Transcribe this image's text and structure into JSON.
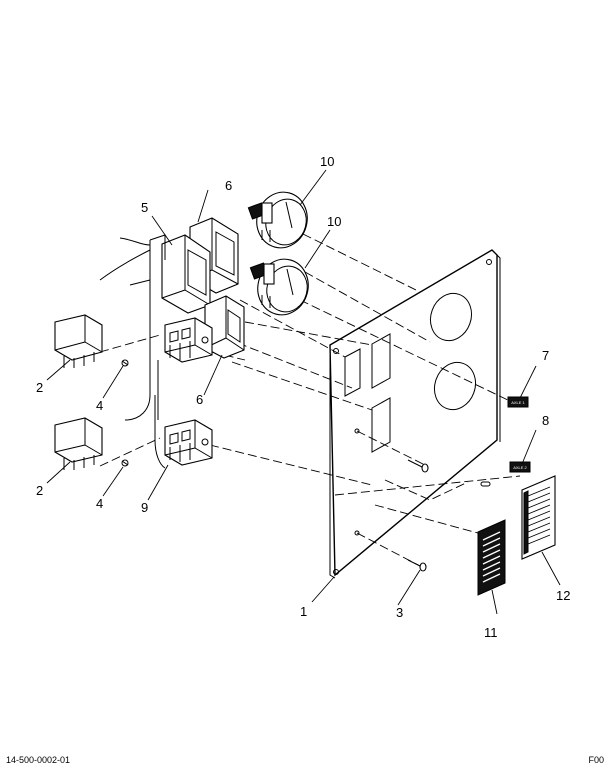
{
  "callouts": {
    "c1": "1",
    "c2a": "2",
    "c2b": "2",
    "c3": "3",
    "c4a": "4",
    "c4b": "4",
    "c5": "5",
    "c6a": "6",
    "c6b": "6",
    "c7": "7",
    "c8": "8",
    "c9": "9",
    "c10a": "10",
    "c10b": "10",
    "c11": "11",
    "c12": "12"
  },
  "decal_labels": {
    "axle1": "AXLE 1",
    "axle2": "AXLE 2"
  },
  "footer": {
    "drawing_id": "14-500-0002-01",
    "page_ref": "F00"
  }
}
